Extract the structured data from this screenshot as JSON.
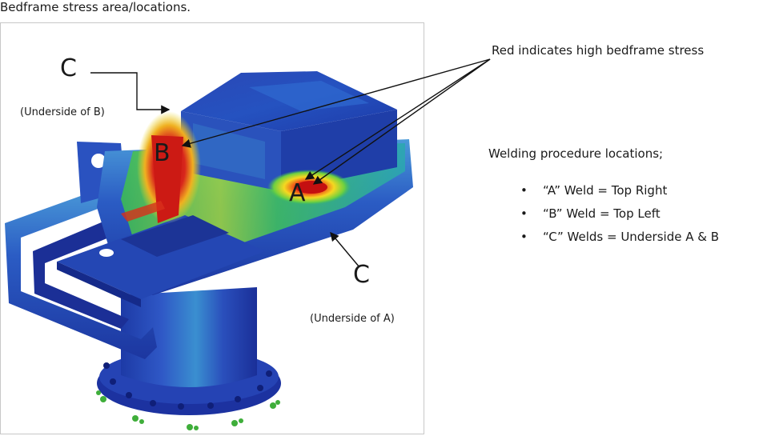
{
  "heading": "Bedframe stress area/locations.",
  "figure": {
    "label_c_top": "C",
    "label_b": "B",
    "label_a": "A",
    "label_c_bottom": "C",
    "underside_b": "(Underside of B)",
    "underside_a": "(Underside of A)"
  },
  "stress_note": "Red indicates high bedframe stress",
  "weld": {
    "title": "Welding procedure locations;",
    "bullet": "•",
    "items": [
      "“A” Weld = Top Right",
      "“B” Weld = Top Left",
      "“C” Welds = Underside A & B"
    ]
  },
  "colors": {
    "stress_high": "#d8261c",
    "stress_mid": "#f2e21e",
    "stress_low_mid": "#2fb84a",
    "stress_low": "#2a49b8",
    "base": "#1f3fae",
    "supports": "#3fae3a"
  }
}
